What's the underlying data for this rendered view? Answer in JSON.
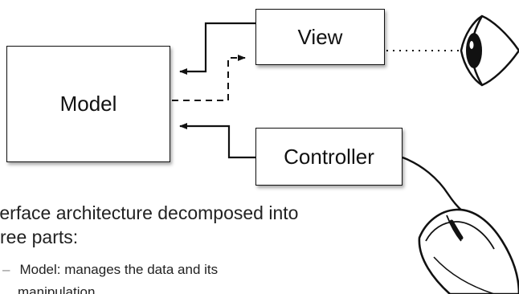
{
  "diagram": {
    "boxes": {
      "model": "Model",
      "view": "View",
      "controller": "Controller"
    },
    "icons": {
      "eye": "eye-icon",
      "mouse": "mouse-icon"
    },
    "colors": {
      "stroke": "#111111",
      "box_fill": "#ffffff"
    }
  },
  "text": {
    "caption_line_1": "terface architecture decomposed into",
    "caption_line_2": "ree parts:",
    "bullet_1_line_1": "Model:  manages the data and its",
    "bullet_1_line_2": "manipulation"
  }
}
